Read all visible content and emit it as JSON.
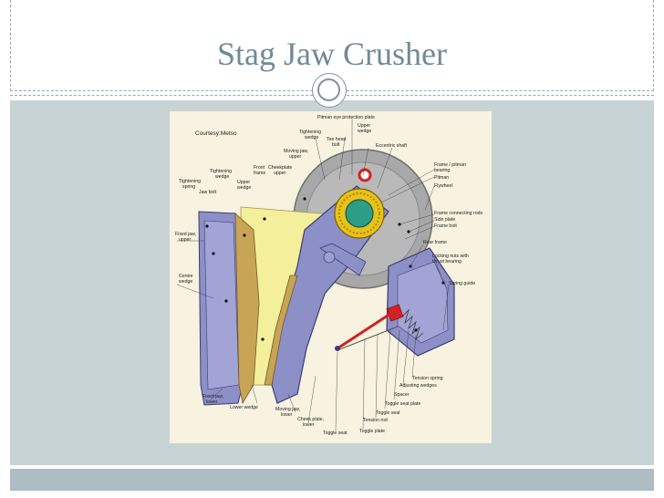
{
  "slide": {
    "title": "Stag Jaw Crusher"
  },
  "diagram": {
    "courtesy": "Courtesy:Metso",
    "labels": {
      "pitman_eye_protection_plate": "Pitman eye protection plate",
      "tightening_wedge_top_1": "Tightening",
      "tightening_wedge_top_2": "wedge",
      "upper_wedge_top_1": "Upper",
      "upper_wedge_top_2": "wedge",
      "tee_head_bolt_1": "Tee head",
      "tee_head_bolt_2": "bolt",
      "eccentric_shaft": "Eccentric shaft",
      "moving_jaw_upper_1": "Moving jaw,",
      "moving_jaw_upper_2": "upper",
      "front_frame_1": "Front",
      "front_frame_2": "frame",
      "cheekplate_upper_1": "Cheekplate",
      "cheekplate_upper_2": "upper",
      "tightening_wedge_left_1": "Tightening",
      "tightening_wedge_left_2": "wedge",
      "tightening_spring_1": "Tightening",
      "tightening_spring_2": "spring",
      "upper_wedge_left_1": "Upper",
      "upper_wedge_left_2": "wedge",
      "jaw_bolt": "Jaw bolt",
      "fixed_jaw_upper_1": "Fixed jaw,",
      "fixed_jaw_upper_2": "upper",
      "centre_wedge_1": "Centre",
      "centre_wedge_2": "wedge",
      "frame_pitman_bearing_1": "Frame / pitman",
      "frame_pitman_bearing_2": "bearing",
      "pitman": "Pitman",
      "flywheel": "Flywheel",
      "frame_connecting_rods": "Frame connecting rods",
      "side_plate": "Side plate",
      "frame_bolt": "Frame bolt",
      "rear_frame": "Rear frame",
      "locking_nuts_1": "Locking nuts with",
      "locking_nuts_2": "thrust bearing",
      "spring_guide": "Spring guide",
      "tension_spring": "Tension spring",
      "adjusting_wedges": "Adjusting wedges",
      "spacer": "Spacer",
      "toggle_seat_plate": "Toggle seat plate",
      "toggle_seat_right": "Toggle seat",
      "tension_rod": "Tension rod",
      "toggle_plate": "Toggle plate",
      "toggle_seat_bottom": "Toggle seat",
      "fixed_jaw_lower_1": "Fixed jaw,",
      "fixed_jaw_lower_2": "lower",
      "lower_wedge": "Lower wedge",
      "moving_jaw_lower_1": "Moving jaw,",
      "moving_jaw_lower_2": "lower",
      "cheek_plate_lower_1": "Cheek plate,",
      "cheek_plate_lower_2": "lower"
    },
    "colors": {
      "frame": "#8d8fc7",
      "cheekplate": "#f3ef9a",
      "flywheel": "#a8a8a8",
      "bearing": "#e8c21a",
      "shaft": "#2e9d86",
      "rod": "#d32121"
    }
  }
}
